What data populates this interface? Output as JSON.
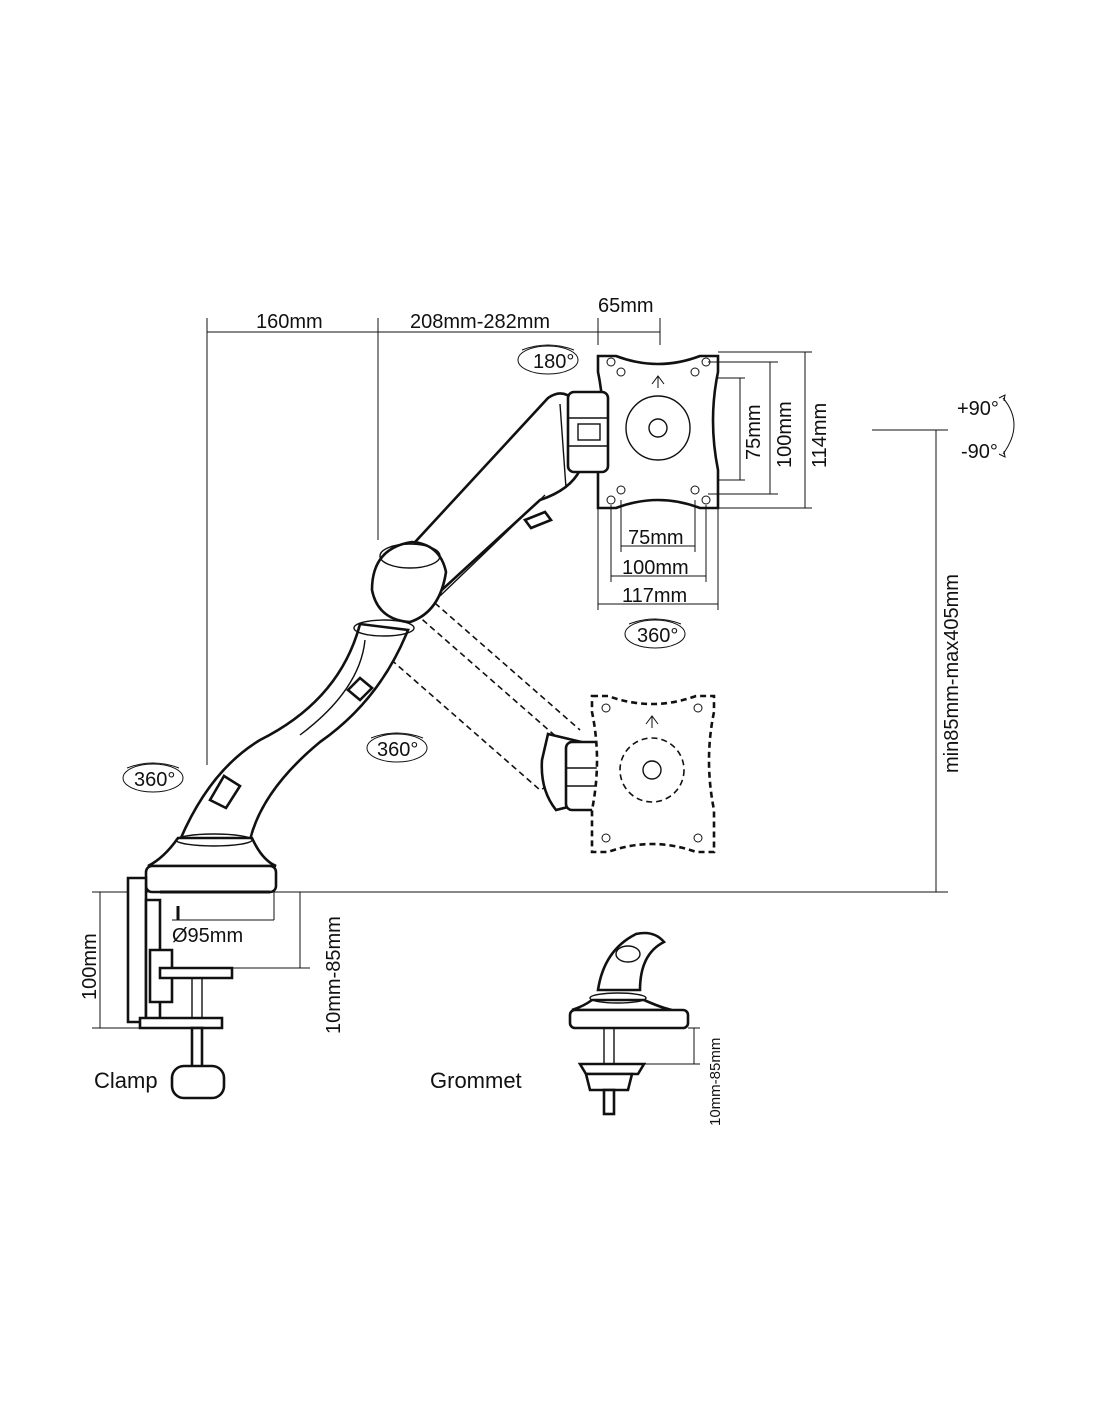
{
  "dimensions": {
    "arm_reach_1": "160mm",
    "arm_reach_2": "208mm-282mm",
    "bracket_depth": "65mm",
    "vesa_small_v": "75mm",
    "vesa_large_v": "100mm",
    "plate_height": "114mm",
    "vesa_small_h": "75mm",
    "vesa_large_h": "100mm",
    "plate_width": "117mm",
    "height_range": "min85mm-max405mm",
    "base_diameter": "Ø95mm",
    "clamp_height": "100mm",
    "clamp_range": "10mm-85mm",
    "grommet_range": "10mm-85mm"
  },
  "rotations": {
    "tilt": "180°",
    "swivel_head": "360°",
    "swivel_arm": "360°",
    "swivel_base": "360°",
    "rotate_up": "+90°",
    "rotate_down": "-90°"
  },
  "labels": {
    "clamp": "Clamp",
    "grommet": "Grommet"
  }
}
